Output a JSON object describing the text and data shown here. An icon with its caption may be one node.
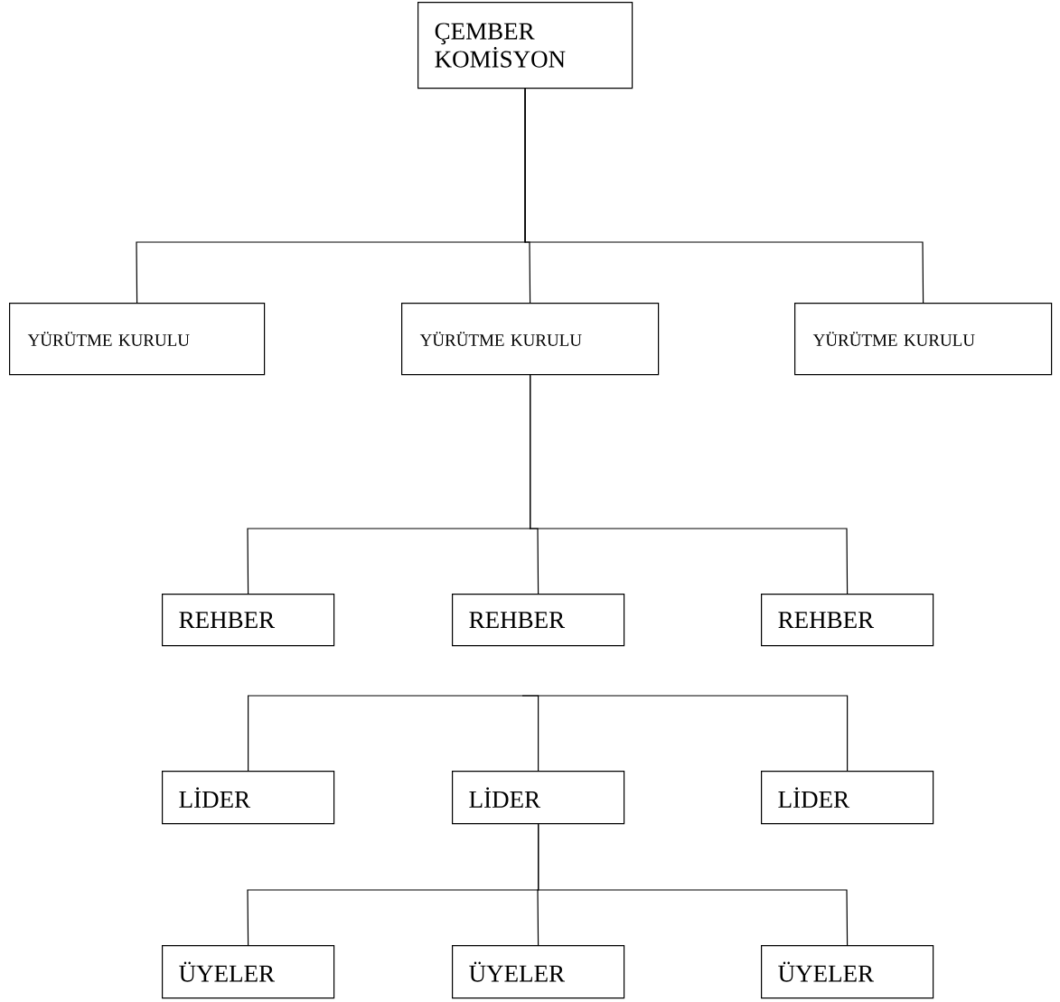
{
  "diagram": {
    "nodes": [
      {
        "text": [
          "ÇEMBER KOMİSYON"
        ]
      },
      {
        "text": [
          "YÜRÜTME KURULU"
        ]
      },
      {
        "text": [
          "YÜRÜTME KURULU"
        ]
      },
      {
        "text": [
          "YÜRÜTME KURULU"
        ]
      },
      {
        "text": [
          "REHBER"
        ]
      },
      {
        "text": [
          "REHBER"
        ]
      },
      {
        "text": [
          "REHBER"
        ]
      },
      {
        "text": [
          "LİDER"
        ]
      },
      {
        "text": [
          "LİDER"
        ]
      },
      {
        "text": [
          "LİDER"
        ]
      },
      {
        "text": [
          "ÜYELER"
        ]
      },
      {
        "text": [
          "ÜYELER"
        ]
      },
      {
        "text": [
          "ÜYELER"
        ]
      }
    ],
    "edges": [
      {
        "from": 0,
        "to": 1,
        "arrow": "none"
      },
      {
        "from": 0,
        "to": 2,
        "arrow": "none"
      },
      {
        "from": 0,
        "to": 3,
        "arrow": "none"
      },
      {
        "from": 2,
        "to": 4,
        "arrow": "none"
      },
      {
        "from": 2,
        "to": 5,
        "arrow": "none"
      },
      {
        "from": 2,
        "to": 6,
        "arrow": "none"
      },
      {
        "from": null,
        "to": 7,
        "arrow": "none"
      },
      {
        "from": null,
        "to": 8,
        "arrow": "none"
      },
      {
        "from": null,
        "to": 9,
        "arrow": "none"
      },
      {
        "from": 8,
        "to": 10,
        "arrow": "none"
      },
      {
        "from": 8,
        "to": 11,
        "arrow": "none"
      },
      {
        "from": 8,
        "to": 12,
        "arrow": "none"
      }
    ]
  }
}
